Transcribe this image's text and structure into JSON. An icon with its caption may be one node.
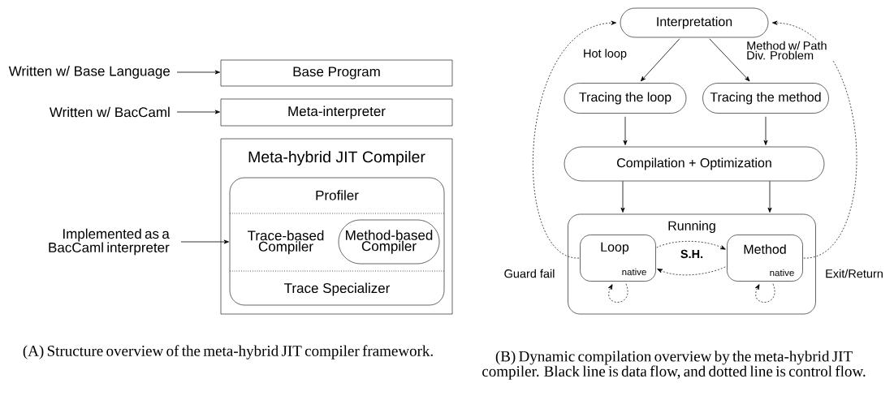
{
  "diagram": {
    "nodes": [
      {
        "text": [
          "Written w/ Base Language"
        ]
      },
      {
        "text": [
          "Base Program"
        ]
      },
      {
        "text": [
          "Written w/ BacCaml"
        ]
      },
      {
        "text": [
          "Meta-interpreter"
        ]
      },
      {
        "text": [
          "Meta-hybrid JIT Compiler"
        ]
      },
      {
        "text": [
          "Profiler",
          "Trace-based Compiler",
          "Trace Specializer"
        ],
        "in": 4
      },
      {
        "text": [
          "Method-based Compiler"
        ],
        "in": 5
      },
      {
        "text": [
          "Implemented as a BacCaml interpreter"
        ]
      },
      {
        "text": [
          "Interpretation"
        ]
      },
      {
        "text": [
          "Tracing the loop"
        ]
      },
      {
        "text": [
          "Tracing the method"
        ]
      },
      {
        "text": [
          "Compilation + Optimization"
        ]
      },
      {
        "text": [
          "Running"
        ]
      },
      {
        "text": [
          "Loop",
          "native"
        ],
        "in": 12
      },
      {
        "text": [
          "Method",
          "native"
        ],
        "in": 12
      }
    ],
    "edges": [
      {
        "from": 0,
        "to": 1,
        "arrow": "to"
      },
      {
        "from": 2,
        "to": 3,
        "arrow": "to"
      },
      {
        "from": 7,
        "to": 5,
        "arrow": "to"
      },
      {
        "from": 8,
        "to": 9,
        "arrow": "to",
        "label": "Hot loop"
      },
      {
        "from": 8,
        "to": 10,
        "arrow": "to",
        "label": "Method w/ Path Div. Problem"
      },
      {
        "from": 9,
        "to": 11,
        "arrow": "to"
      },
      {
        "from": 10,
        "to": 11,
        "arrow": "to"
      },
      {
        "from": 11,
        "to": 12,
        "arrow": "to"
      },
      {
        "from": 11,
        "to": 12,
        "arrow": "to"
      },
      {
        "from": 13,
        "to": 14,
        "arrow": "to",
        "style": "dashed",
        "label": "S.H."
      },
      {
        "from": 14,
        "to": 13,
        "arrow": "to",
        "style": "dashed"
      },
      {
        "from": 13,
        "to": 13,
        "arrow": "to",
        "style": "dashed"
      },
      {
        "from": 14,
        "to": 14,
        "arrow": "to",
        "style": "dashed"
      },
      {
        "from": 13,
        "to": 8,
        "arrow": "to",
        "style": "dashed",
        "label": "Guard fail"
      },
      {
        "from": 14,
        "to": 8,
        "arrow": "to",
        "style": "dashed",
        "label": "Exit/Return"
      }
    ],
    "labels": [
      "(A) Structure overview of the meta-hybrid JIT compiler framework.",
      "(B) Dynamic compilation overview by the meta-hybrid JIT compiler. Black line is data flow, and dotted line is control flow."
    ]
  }
}
